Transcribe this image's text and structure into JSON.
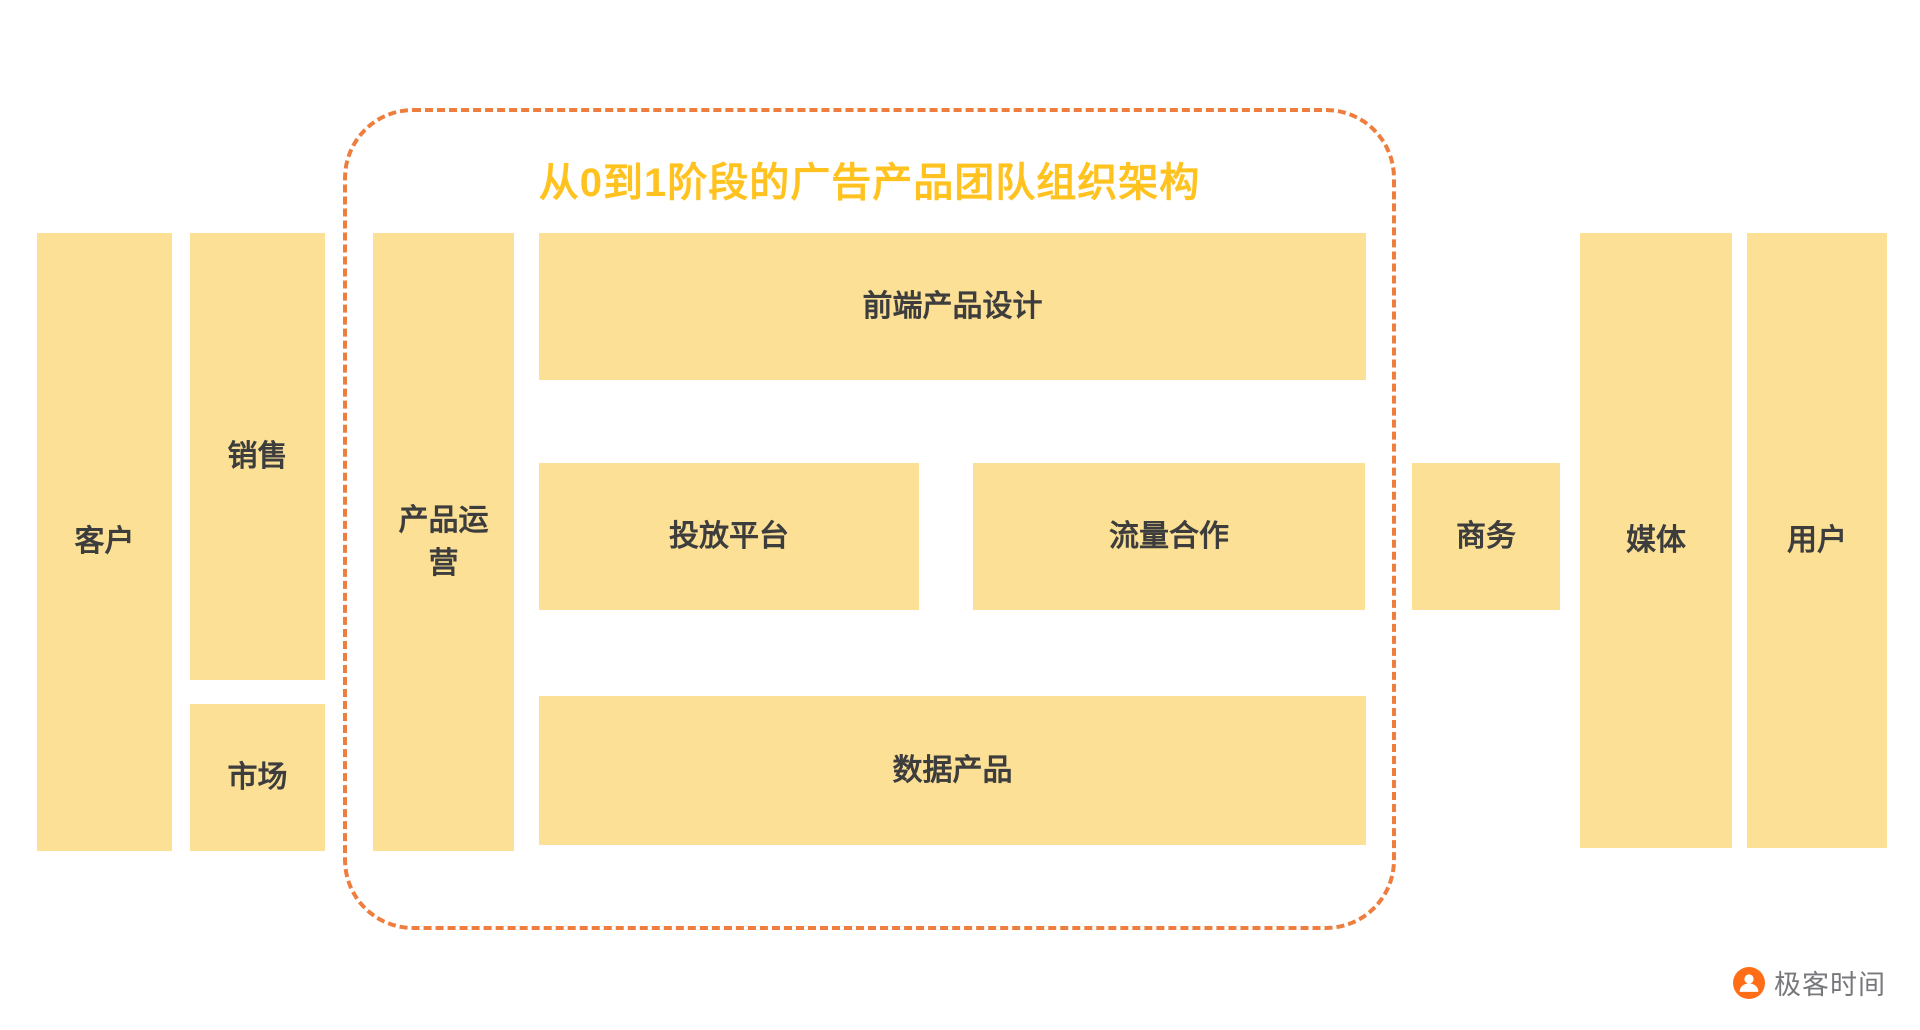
{
  "title": "从0到1阶段的广告产品团队组织架构",
  "blocks": {
    "customer": "客户",
    "sales": "销售",
    "market": "市场",
    "product_ops": "产品运营",
    "frontend_design": "前端产品设计",
    "delivery_platform": "投放平台",
    "traffic_coop": "流量合作",
    "data_product": "数据产品",
    "business": "商务",
    "media": "媒体",
    "user": "用户"
  },
  "branding": {
    "logo_text": "极客时间",
    "logo_color": "#FF6E17",
    "text_color": "#77787B"
  },
  "colors": {
    "block_fill": "#FBE096",
    "block_text": "#3D3D3D",
    "title": "#FFC21E",
    "dashed_border": "#EE7E3E",
    "background": "#FFFFFF"
  }
}
